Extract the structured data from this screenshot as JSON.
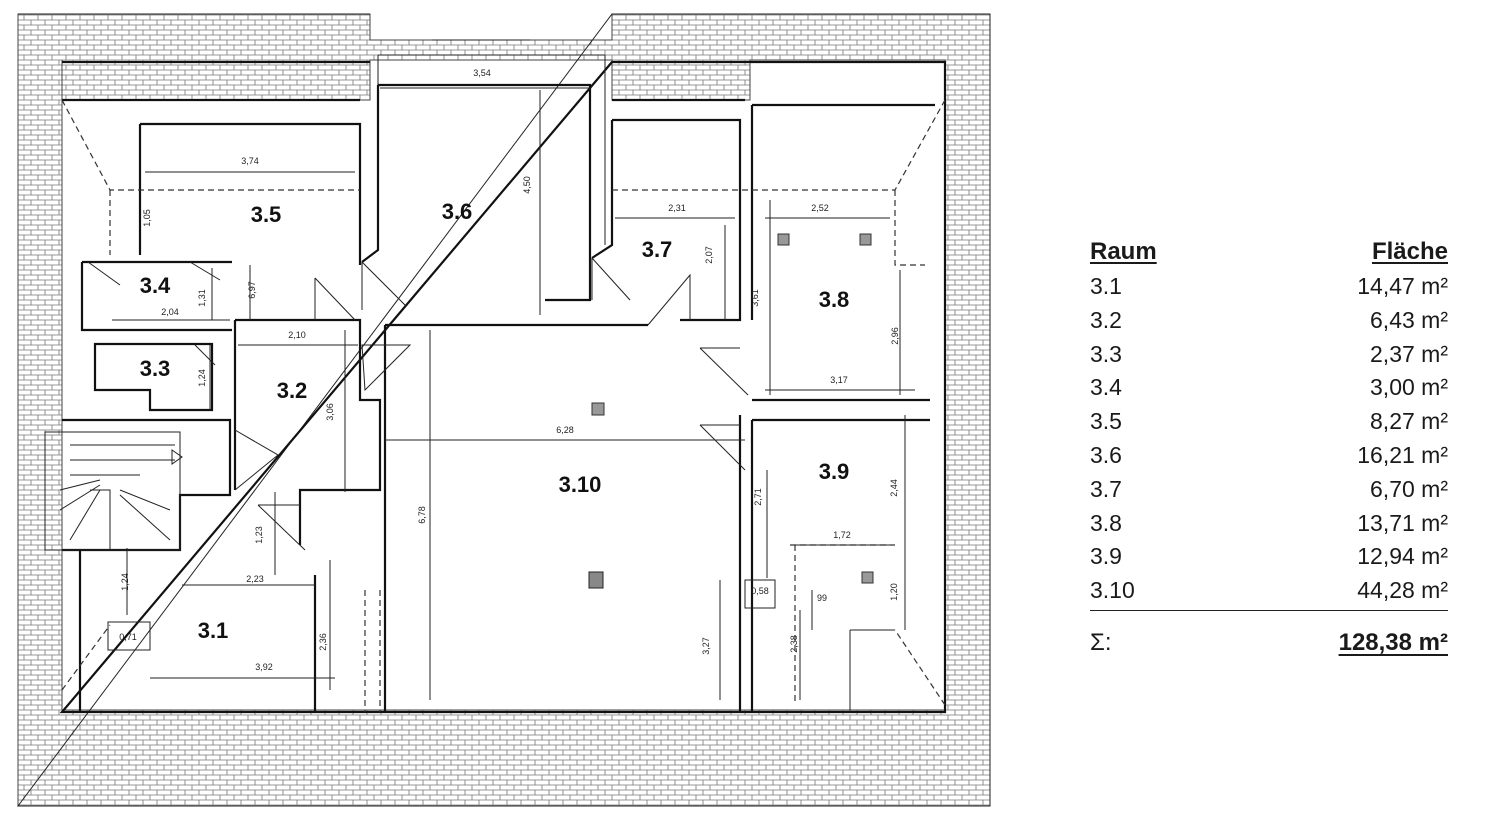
{
  "plan": {
    "rooms": [
      {
        "id": "3.1"
      },
      {
        "id": "3.2"
      },
      {
        "id": "3.3"
      },
      {
        "id": "3.4"
      },
      {
        "id": "3.5"
      },
      {
        "id": "3.6"
      },
      {
        "id": "3.7"
      },
      {
        "id": "3.8"
      },
      {
        "id": "3.9"
      },
      {
        "id": "3.10"
      }
    ],
    "dimensions": [
      "3,54",
      "3,74",
      "4,50",
      "2,31",
      "2,52",
      "1,05",
      "2,07",
      "3,61",
      "6,97",
      "1,31",
      "2,04",
      "2,10",
      "2,96",
      "3,17",
      "1,24",
      "3,06",
      "6,28",
      "2,71",
      "2,44",
      "6,78",
      "1,23",
      "2,23",
      "1,72",
      "1,24",
      "0,58",
      "99",
      "1,20",
      "0,71",
      "2,36",
      "3,27",
      "2,38",
      "3,92"
    ]
  },
  "table": {
    "header_room": "Raum",
    "header_area": "Fläche",
    "rows": [
      {
        "room": "3.1",
        "area": "14,47 m²"
      },
      {
        "room": "3.2",
        "area": "6,43 m²"
      },
      {
        "room": "3.3",
        "area": "2,37 m²"
      },
      {
        "room": "3.4",
        "area": "3,00 m²"
      },
      {
        "room": "3.5",
        "area": "8,27 m²"
      },
      {
        "room": "3.6",
        "area": "16,21 m²"
      },
      {
        "room": "3.7",
        "area": "6,70 m²"
      },
      {
        "room": "3.8",
        "area": "13,71 m²"
      },
      {
        "room": "3.9",
        "area": "12,94 m²"
      },
      {
        "room": "3.10",
        "area": "44,28 m²"
      }
    ],
    "total_label": "Σ:",
    "total_value": "128,38 m²"
  }
}
